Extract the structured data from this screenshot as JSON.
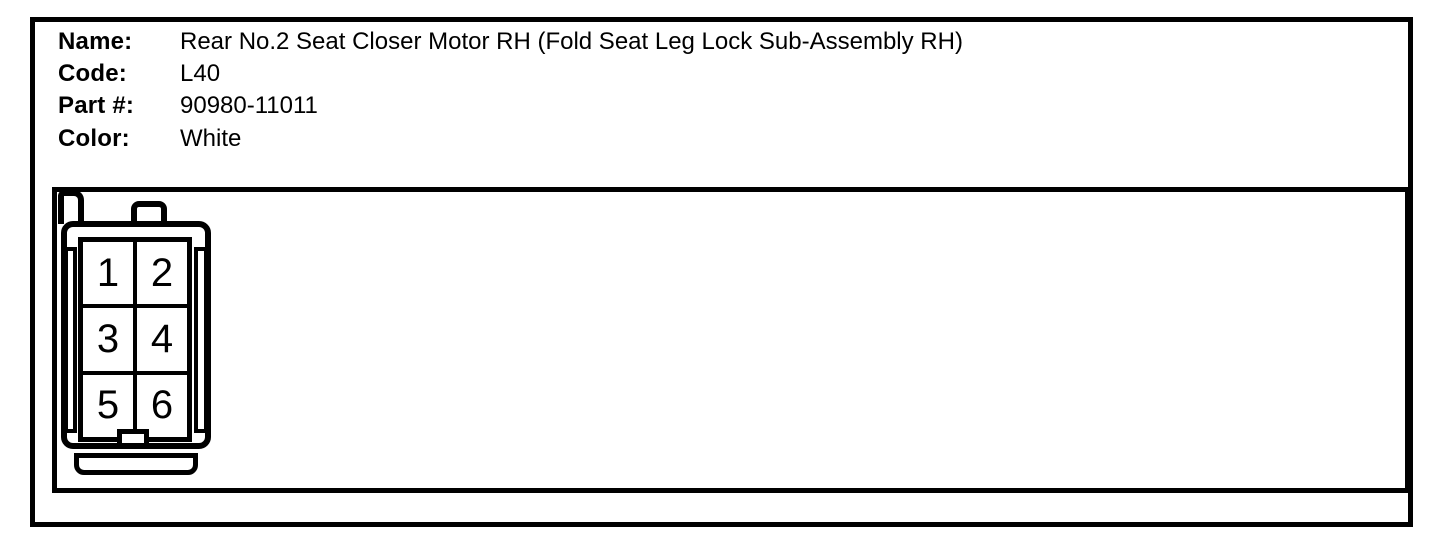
{
  "document": {
    "fields": [
      {
        "label": "Name:",
        "value": "Rear No.2 Seat Closer Motor RH (Fold Seat Leg Lock Sub-Assembly RH)"
      },
      {
        "label": "Code:",
        "value": "L40"
      },
      {
        "label": "Part #:",
        "value": "90980-11011"
      },
      {
        "label": "Color:",
        "value": "White"
      }
    ]
  },
  "connector": {
    "icon": "connector-face-view-icon",
    "pins": [
      "1",
      "2",
      "3",
      "4",
      "5",
      "6"
    ],
    "grid": {
      "rows": 3,
      "cols": 2
    }
  },
  "colors": {
    "line": "#000000",
    "background": "#ffffff"
  }
}
